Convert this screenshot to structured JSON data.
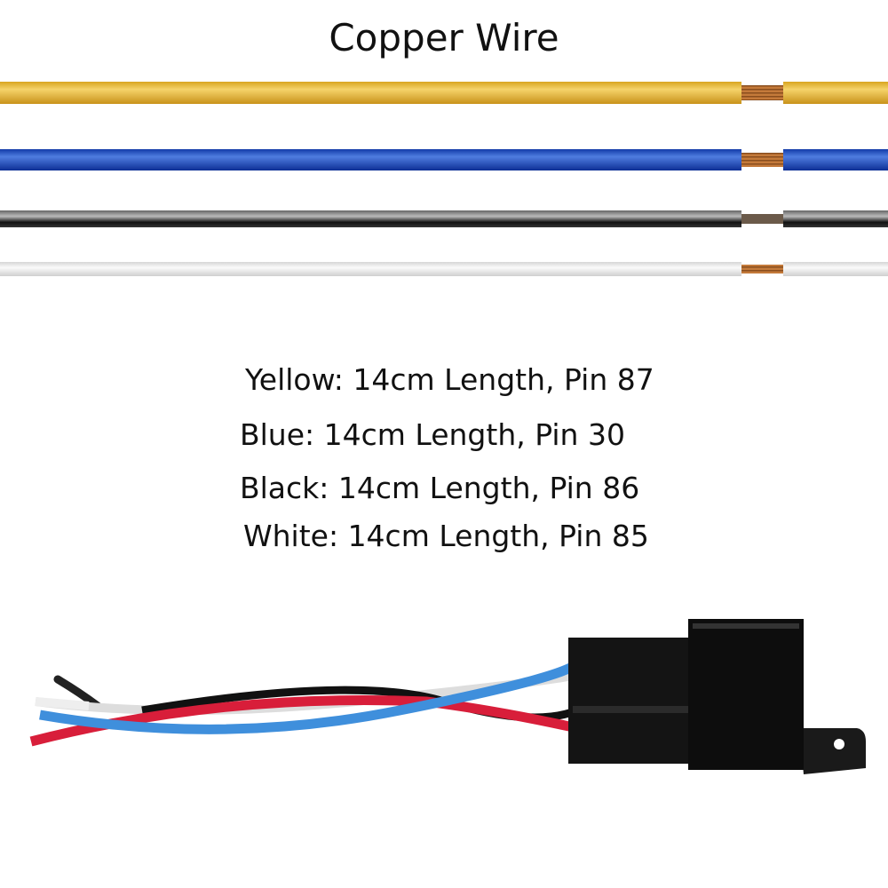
{
  "title": "Copper Wire",
  "specs": [
    {
      "text": "Yellow: 14cm Length, Pin 87",
      "color": "#e3b32c"
    },
    {
      "text": "Blue: 14cm Length, Pin 30",
      "color": "#1a47c0"
    },
    {
      "text": "Black: 14cm Length, Pin 86",
      "color": "#1a1a1a"
    },
    {
      "text": "White: 14cm Length, Pin 85",
      "color": "#e8e8e8"
    }
  ],
  "copper_color": "#b87333"
}
